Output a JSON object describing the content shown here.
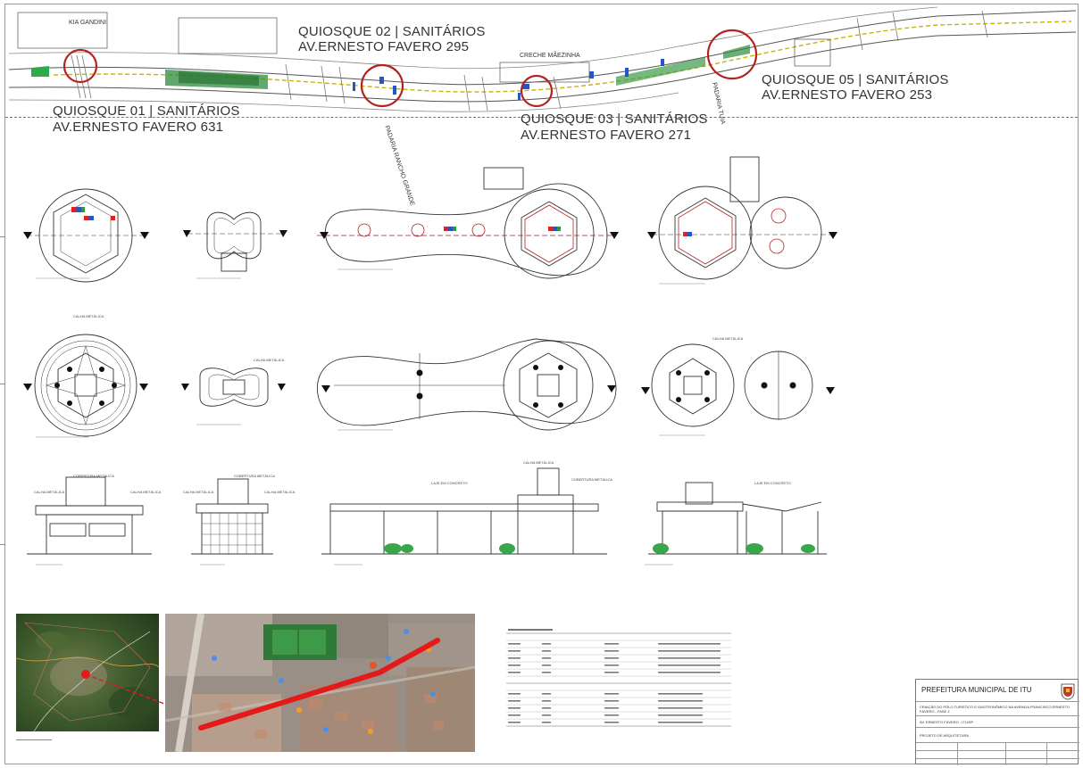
{
  "map_labels": {
    "kia": "KIA GANDINI",
    "creche": "CRECHE MÃEZINHA",
    "padaria_rancho": "PADARIA RANCHO GRANDE",
    "padaria_tuia": "PADARIA TUIA"
  },
  "kiosks": {
    "k01_title": "QUIOSQUE 01 | SANITÁRIOS",
    "k01_address": "AV.ERNESTO FAVERO 631",
    "k02_title": "QUIOSQUE 02 | SANITÁRIOS",
    "k02_address": "AV.ERNESTO FAVERO 295",
    "k03_title": "QUIOSQUE 03 | SANITÁRIOS",
    "k03_address": "AV.ERNESTO FAVERO 271",
    "k05_title": "QUIOSQUE 05 | SANITÁRIOS",
    "k05_address": "AV.ERNESTO FAVERO 253"
  },
  "drawing_notes": {
    "calha_metalica": "CALHA METÁLICA",
    "cobertura_metalica": "COBERTURA METÁLICA",
    "laje_concreto": "LAJE EM CONCRETO"
  },
  "title_block": {
    "org": "PREFEITURA MUNICIPAL DE ITU",
    "project": "CRIAÇÃO DO PÓLO TURÍSTICO E GASTRONÔMICO NA AVENIDA FRANCISCO ERNESTO FÁVERO - FASE 2",
    "location": "AV. ERNESTO FÁVERO - ITU/SP",
    "sheet": "PROJETO DE ARQUITETURA"
  },
  "colors": {
    "route": "#e41a1a",
    "circle": "#b42323",
    "plan_line": "#333333",
    "accent_red": "#c0392b"
  }
}
